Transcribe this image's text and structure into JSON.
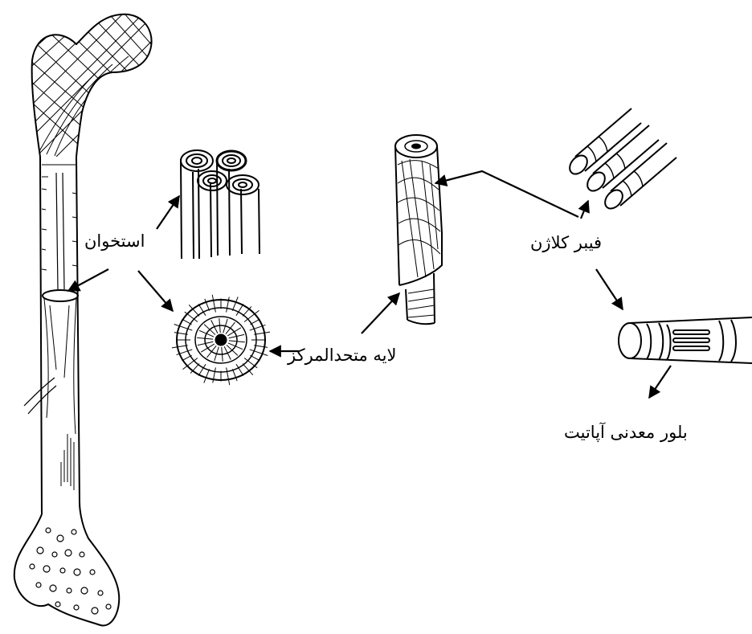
{
  "labels": {
    "bone": "استخوان",
    "concentric_lamella": "لایه متحدالمرکز",
    "collagen_fiber": "فیبر کلاژن",
    "apatite_crystal": "بلور معدنی آپاتیت"
  },
  "colors": {
    "ink": "#000000",
    "paper": "#ffffff"
  }
}
